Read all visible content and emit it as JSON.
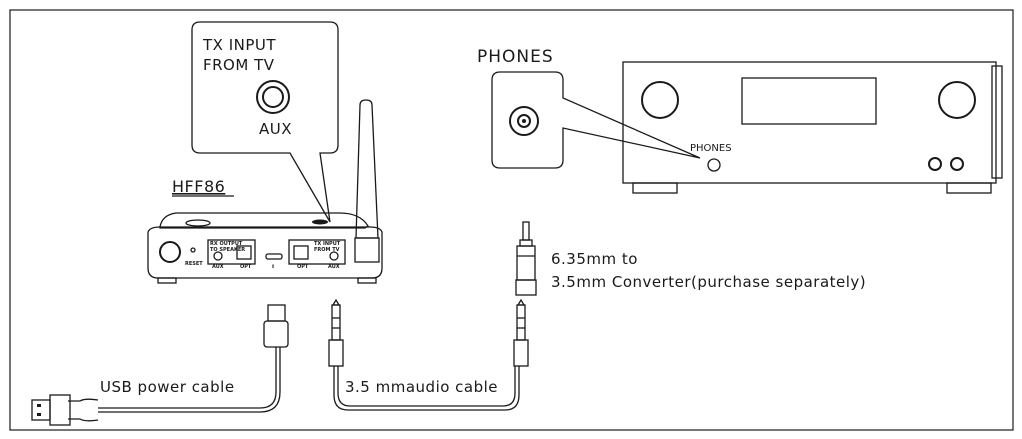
{
  "callout_tx": {
    "line1": "TX INPUT",
    "line2": "FROM TV",
    "port": "AUX"
  },
  "device": {
    "model": "HFF86",
    "reset": "RESET",
    "rx_output_l1": "RX OUTPUT",
    "rx_output_l2": "TO SPEAKER",
    "aux": "AUX",
    "opt": "OPT",
    "tx_input_l1": "TX INPUT",
    "tx_input_l2": "FROM TV"
  },
  "callout_phones": {
    "title": "PHONES"
  },
  "amplifier": {
    "phones_label": "PHONES"
  },
  "converter": {
    "line1": "6.35mm to",
    "line2": "3.5mm Converter(purchase separately)"
  },
  "cables": {
    "usb": "USB power cable",
    "audio": "3.5 mmaudio cable"
  }
}
